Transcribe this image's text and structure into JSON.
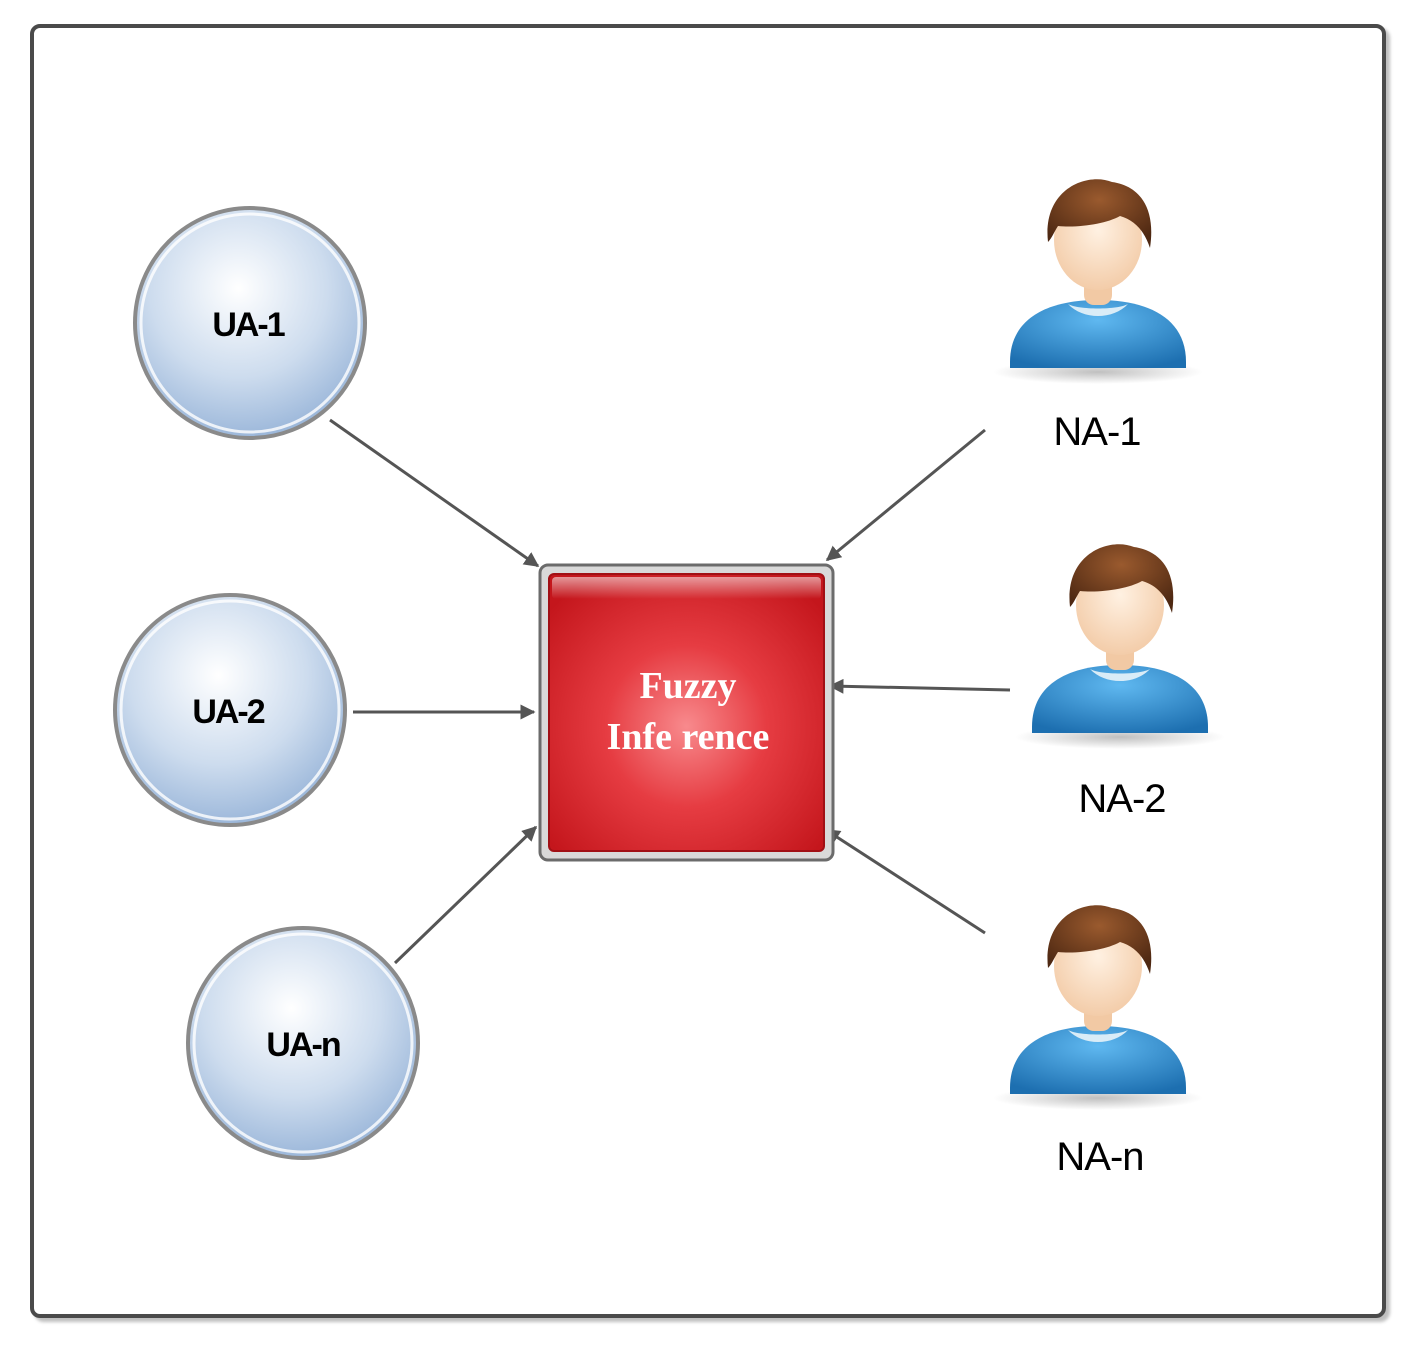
{
  "center_node": {
    "lines": [
      "Fuzzy",
      "Infe rence"
    ],
    "color": "#e8323a"
  },
  "user_agents": [
    {
      "label": "UA-1"
    },
    {
      "label": "UA-2"
    },
    {
      "label": "UA-n"
    }
  ],
  "network_agents": [
    {
      "label": "NA-1",
      "icon": "person-icon"
    },
    {
      "label": "NA-2",
      "icon": "person-icon"
    },
    {
      "label": "NA-n",
      "icon": "person-icon"
    }
  ],
  "colors": {
    "arrow": "#555555",
    "ua_fill_light": "#f4f8fd",
    "ua_fill_dark": "#9fb9dc",
    "person_shirt": "#2f8fd3",
    "person_hair": "#6b3a1e",
    "person_skin": "#fbe1c8"
  }
}
